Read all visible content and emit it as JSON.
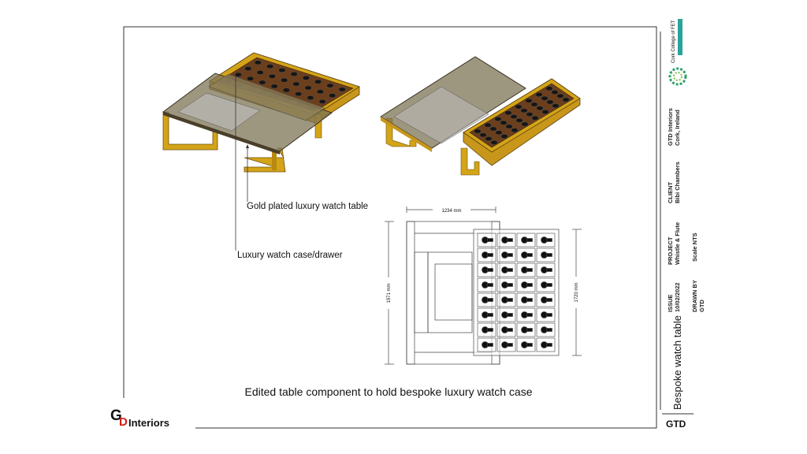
{
  "sheet": {
    "caption": "Edited table component to hold bespoke luxury watch case",
    "callouts": {
      "table": "Gold plated luxury watch table",
      "case": "Luxury watch case/drawer"
    },
    "dimensions": {
      "width": "1234 mm",
      "length": "1971 mm",
      "case_length": "1720 mm"
    },
    "case_grid": {
      "columns": 4,
      "rows": 8
    }
  },
  "logo": {
    "brand_mark": "GD",
    "brand_text": "Interiors"
  },
  "title_block": {
    "college_logo": "Cork College of FET",
    "company": "GTD Interiors",
    "location": "Cork, Ireland",
    "client_label": "CLIENT",
    "client": "Bibi Chambers",
    "project_label": "PROJECT",
    "project": "Whistle & Flute",
    "scale": "Scale NTS",
    "issue_label": "ISSUE",
    "issue_date": "10/02/2022",
    "drawn_by_label": "DRAWN BY",
    "drawn_by": "GTD",
    "drawing_title": "Bespoke watch table",
    "footer": "GTD"
  },
  "colors": {
    "gold": "#d4a418",
    "gold_dark": "#9c7410",
    "wood": "#6b3f1d",
    "glass": "#7d7456",
    "accent_red": "#d0201a"
  }
}
